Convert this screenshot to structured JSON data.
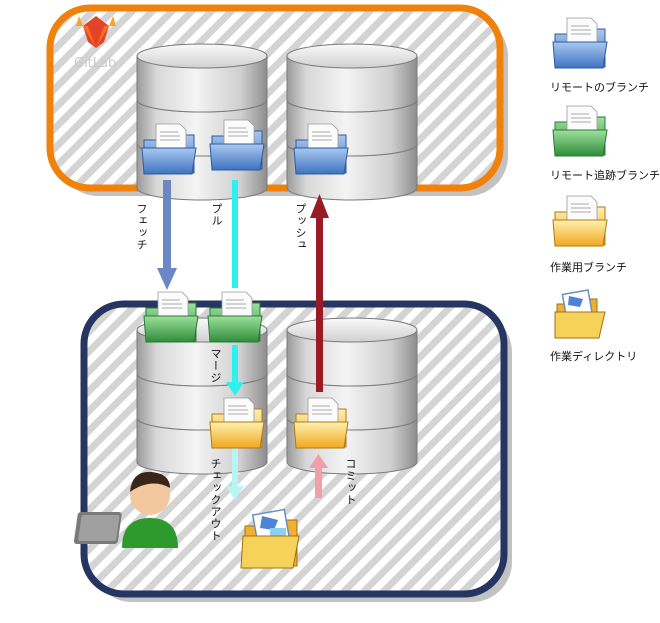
{
  "remote_repo": {
    "logo_text": "GitLab",
    "border_color": "#f0820c"
  },
  "local_repo": {
    "border_color": "#263562"
  },
  "arrows": {
    "fetch_label": "フェッチ",
    "pull_label": "プル",
    "push_label": "プッシュ",
    "merge_label": "マージ",
    "checkout_label": "チェックアウト",
    "commit_label": "コミット"
  },
  "legend": {
    "remote_branch": "リモートのブランチ",
    "tracking_branch": "リモート追跡ブランチ",
    "work_branch": "作業用ブランチ",
    "working_dir": "作業ディレクトリ"
  },
  "colors": {
    "remote_branch": "#5b8fd0",
    "tracking_branch": "#4fae4f",
    "work_branch": "#f5c040",
    "fetch_arrow": "#6b87c4",
    "pull_arrow": "#2ff0f0",
    "push_arrow": "#9a1a25",
    "commit_arrow": "#f0a0a8"
  }
}
